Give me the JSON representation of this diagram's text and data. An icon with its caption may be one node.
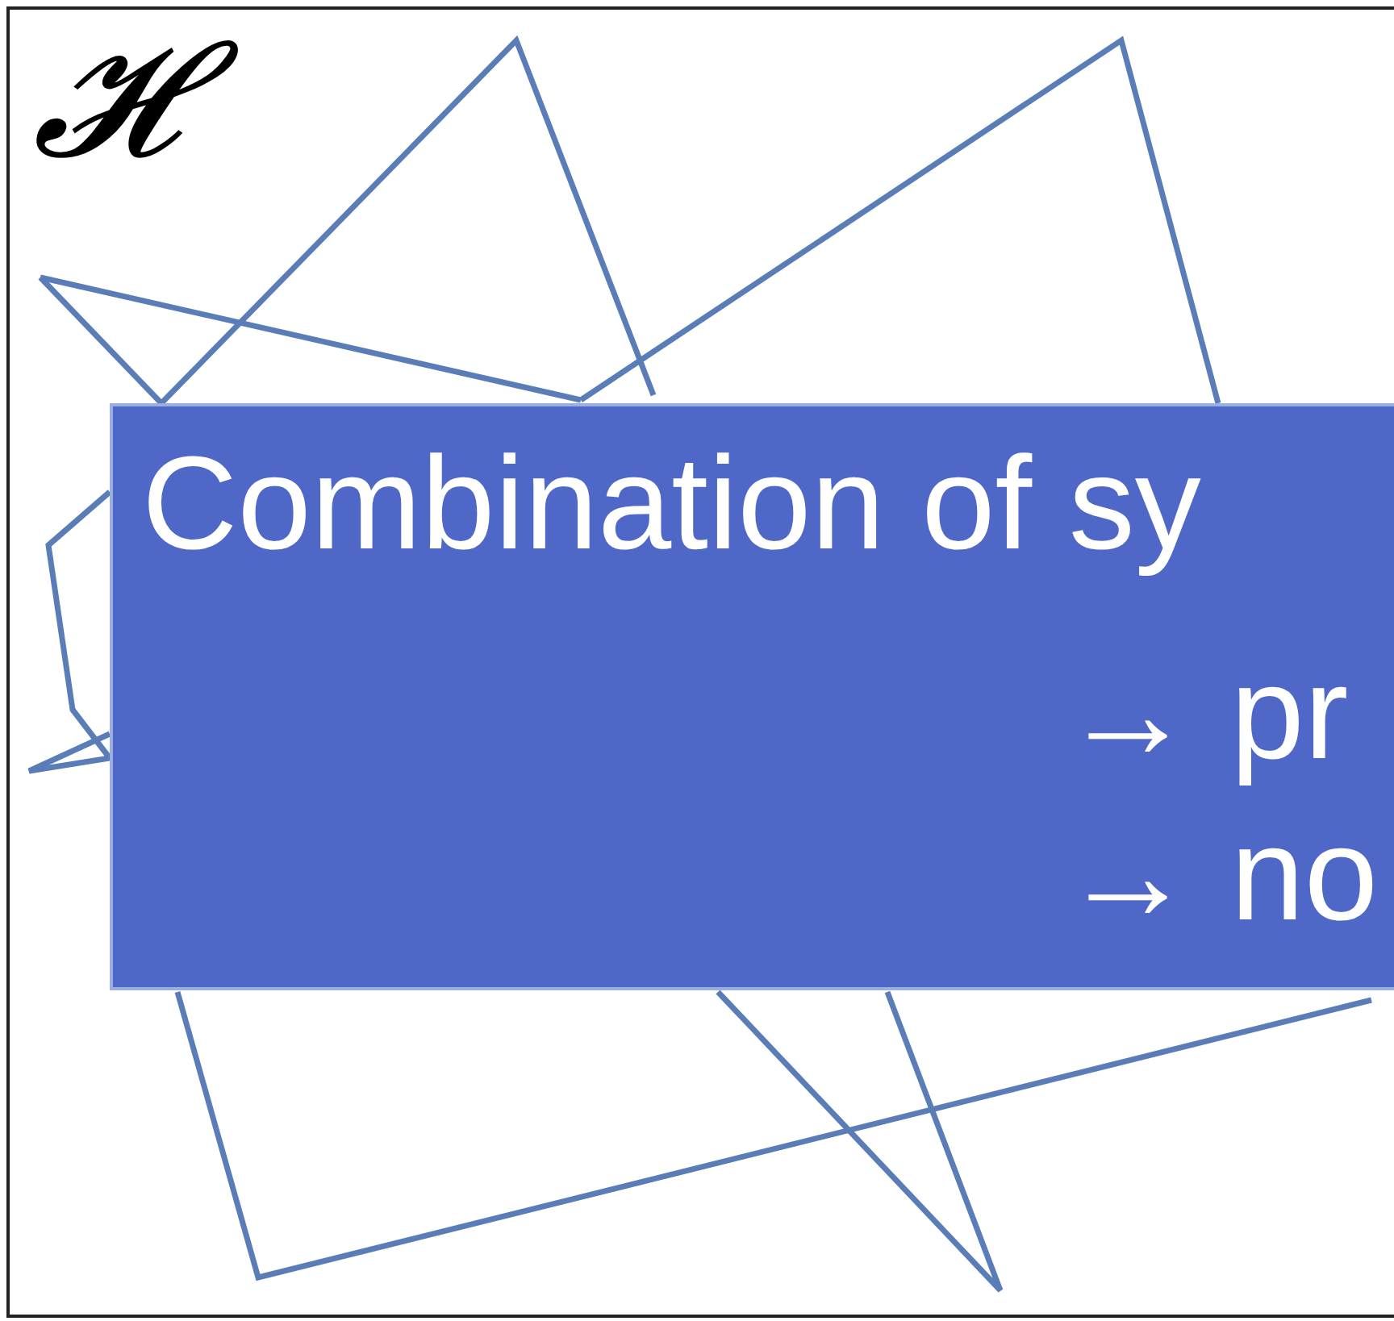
{
  "diagram": {
    "nodes": [
      {
        "text": [
          "Combination of sy",
          "→ pr",
          "→ no"
        ]
      }
    ],
    "labels": [
      "𝓗"
    ]
  }
}
